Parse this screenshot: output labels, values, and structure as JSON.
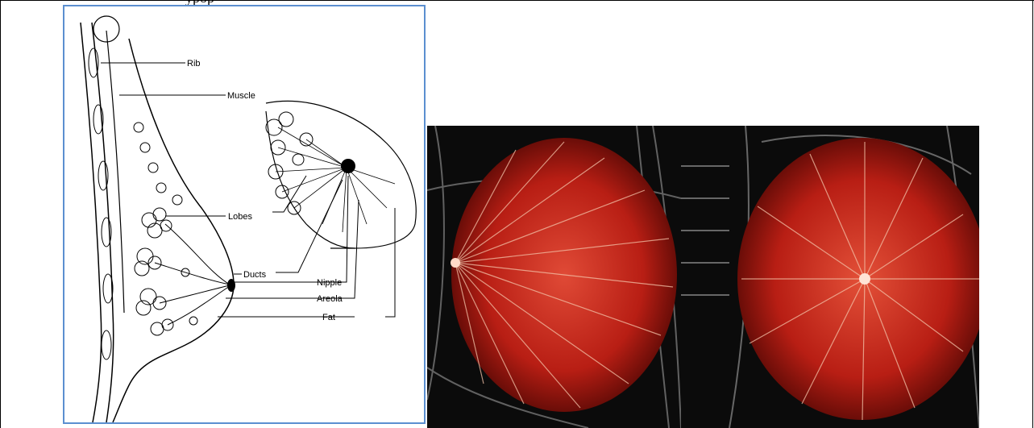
{
  "header": {
    "partial_text": "ypop"
  },
  "diagram": {
    "labels": {
      "rib": "Rib",
      "muscle": "Muscle",
      "lobes": "Lobes",
      "ducts": "Ducts",
      "nipple": "Nipple",
      "areola": "Areola",
      "fat": "Fat"
    }
  },
  "colors": {
    "diagram_border": "#5b8fd0",
    "lobe_red": "#c0231a",
    "render_background": "#000000"
  }
}
